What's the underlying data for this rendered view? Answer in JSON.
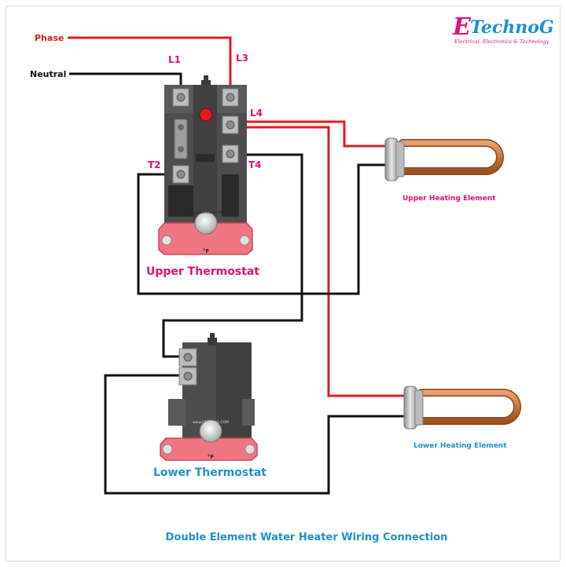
{
  "brand": {
    "letter": "E",
    "name": "TechnoG",
    "tagline": "Electrical, Electronics & Technology"
  },
  "wires": {
    "phase_label": "Phase",
    "neutral_label": "Neutral"
  },
  "terminals": {
    "l1": "L1",
    "l3": "L3",
    "l4": "L4",
    "t2": "T2",
    "t4": "T4"
  },
  "thermostats": {
    "upper_label": "Upper Thermostat",
    "lower_label": "Lower Thermostat",
    "unit": "°F",
    "watermark": "www.ETechnoG.COM"
  },
  "elements": {
    "upper_label": "Upper Heating Element",
    "lower_label": "Lower Heating Element"
  },
  "title": "Double Element Water Heater Wiring Connection",
  "colors": {
    "phase": "#e01b24",
    "neutral": "#111111",
    "terminal_label": "#e0107a",
    "thermostat_label": "#e0107a",
    "lower_label": "#1e8fd6",
    "upper_element_label": "#e0107a",
    "lower_element_label": "#1e8fd6",
    "title": "#1e8fd6",
    "dial_base": "#f07582",
    "element_copper": "#c8743a"
  }
}
